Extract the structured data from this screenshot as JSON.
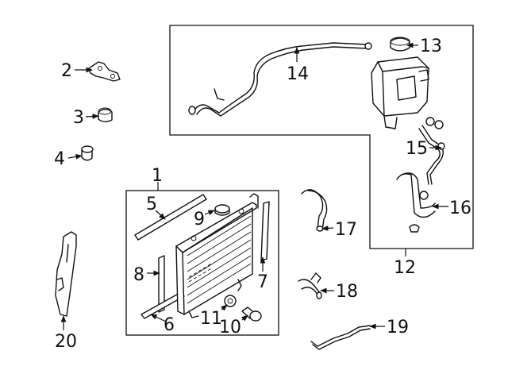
{
  "callouts": {
    "c1": "1",
    "c2": "2",
    "c3": "3",
    "c4": "4",
    "c5": "5",
    "c6": "6",
    "c7": "7",
    "c8": "8",
    "c9": "9",
    "c10": "10",
    "c11": "11",
    "c12": "12",
    "c13": "13",
    "c14": "14",
    "c15": "15",
    "c16": "16",
    "c17": "17",
    "c18": "18",
    "c19": "19",
    "c20": "20"
  },
  "colors": {
    "line": "#111111",
    "background": "#ffffff"
  }
}
